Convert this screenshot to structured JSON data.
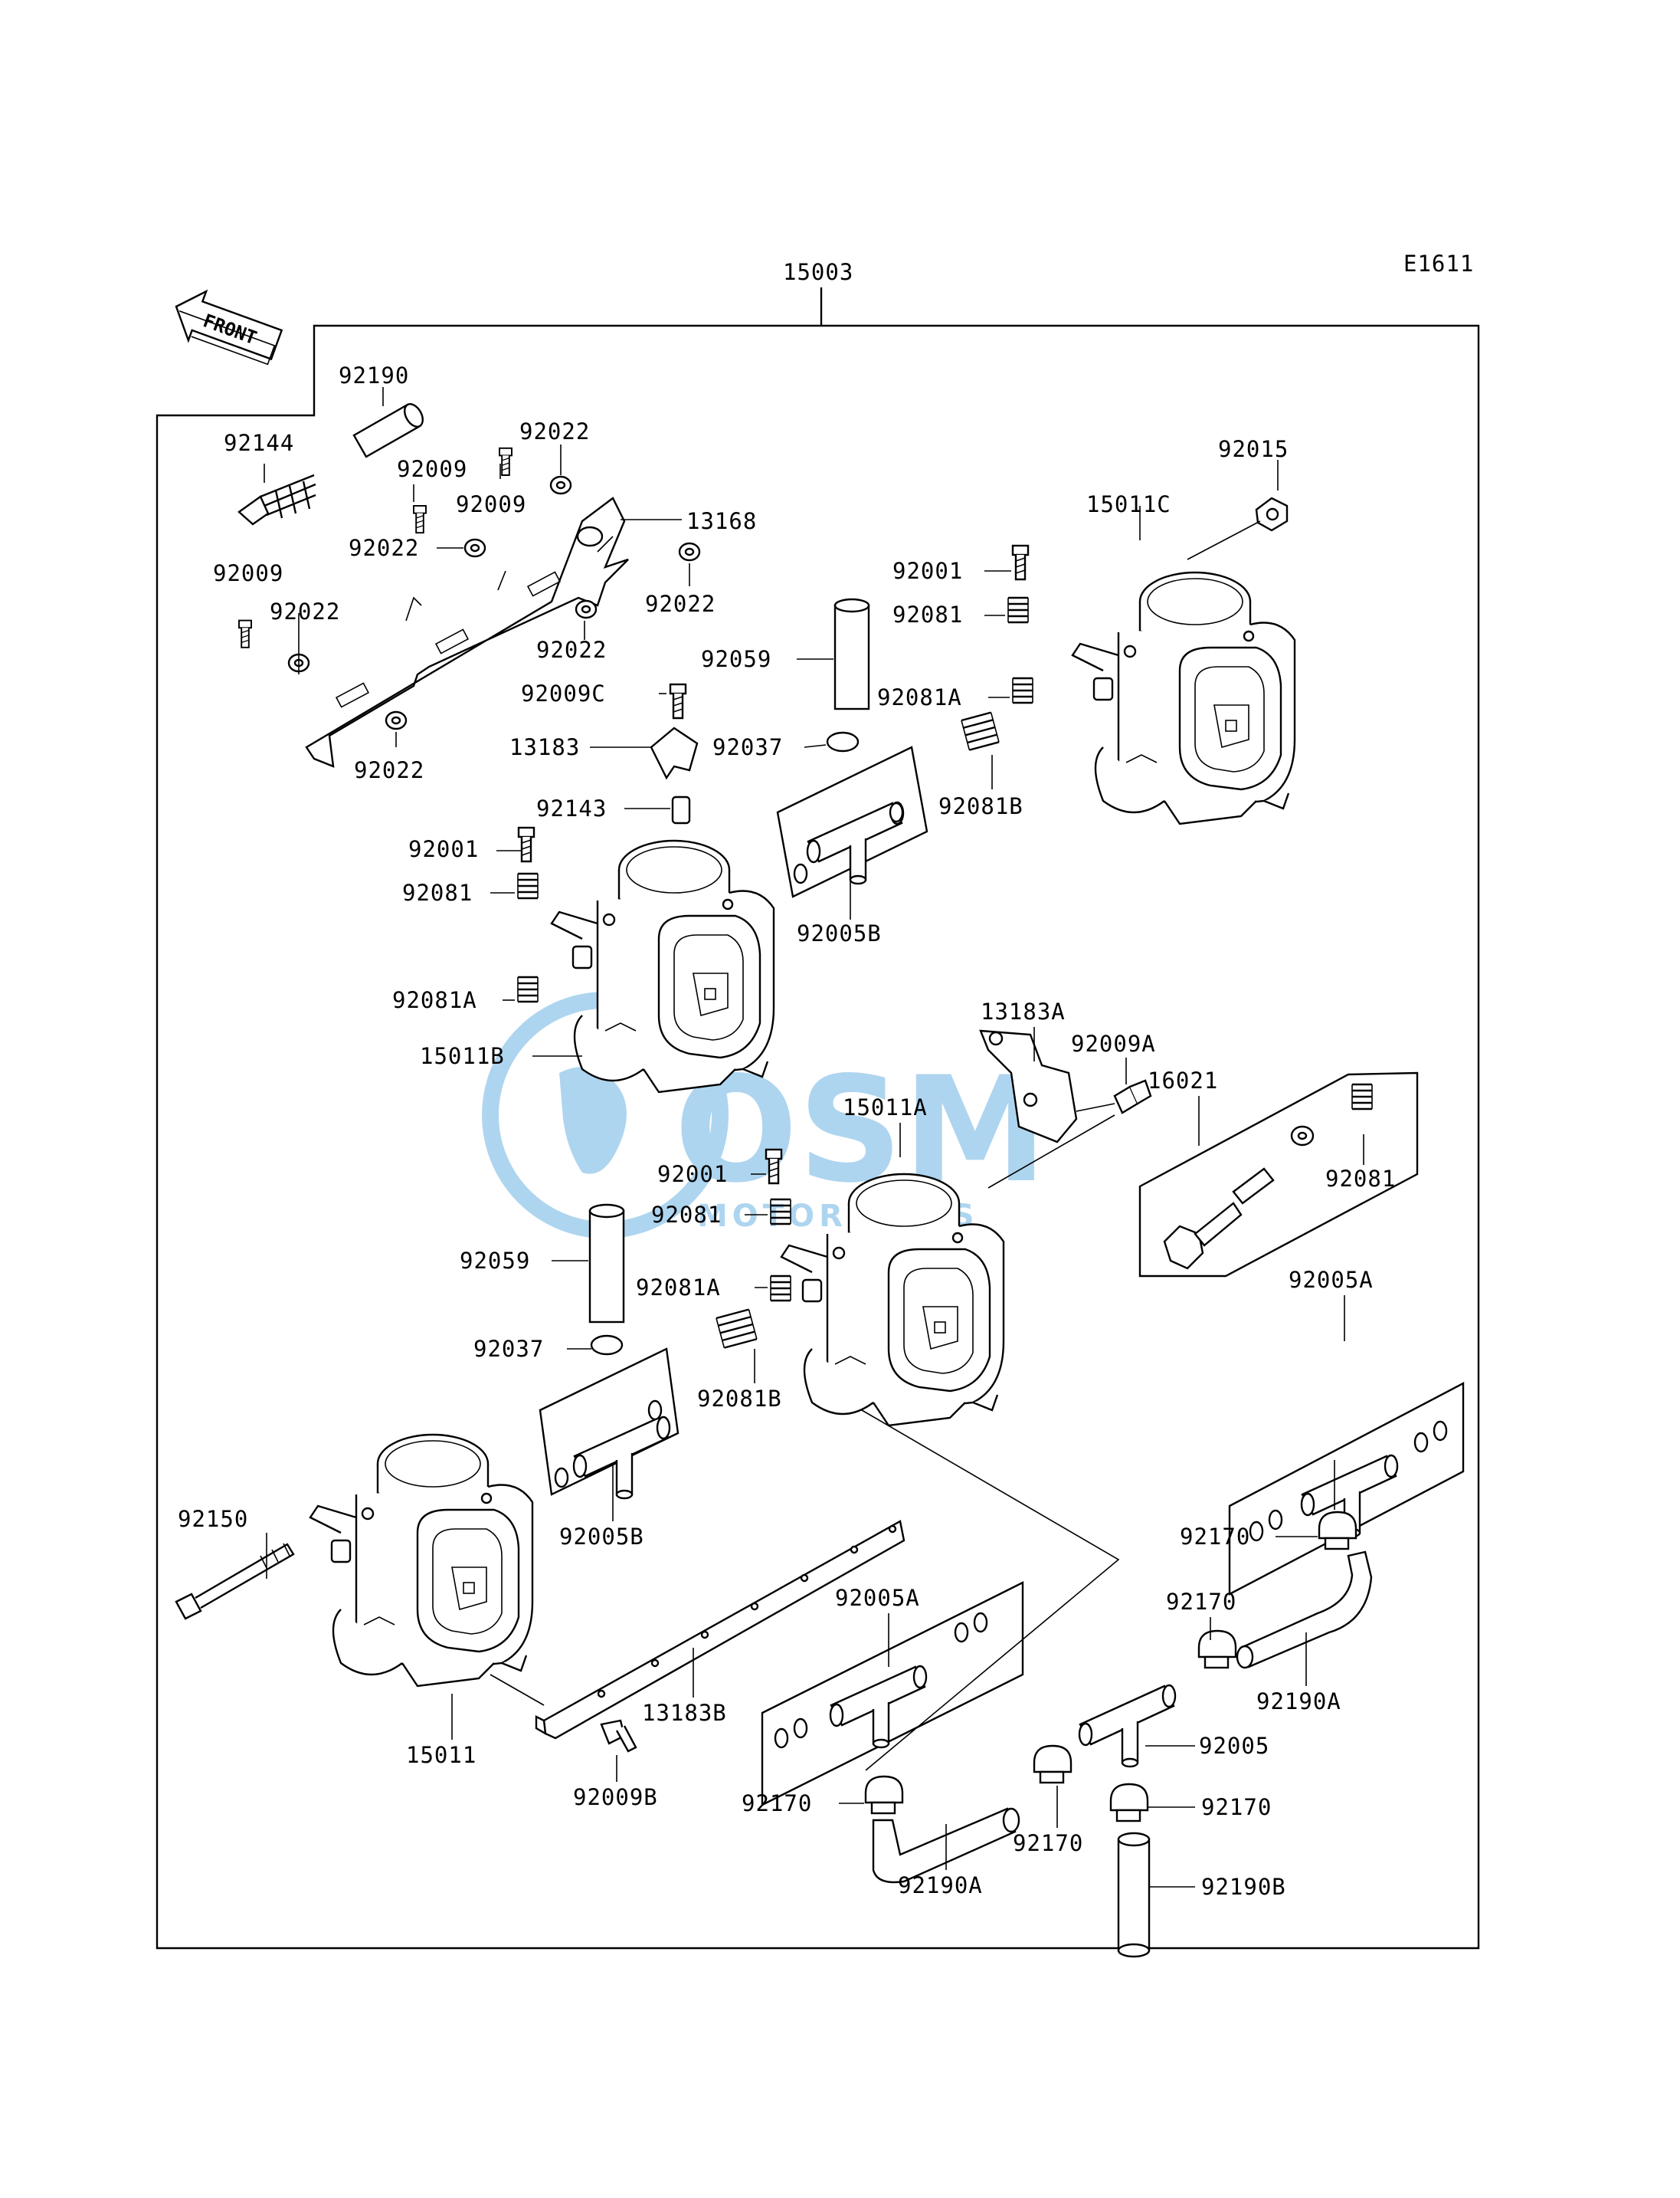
{
  "diagram_code": "E1611",
  "assembly_number": "15003",
  "front_label": "FRONT",
  "watermark": {
    "main": "OSM",
    "sub": "MOTORPARTS",
    "color": "#4da3dd"
  },
  "labels": [
    {
      "key": "92190",
      "text": "92190"
    },
    {
      "key": "92144",
      "text": "92144"
    },
    {
      "key": "92009_a",
      "text": "92009"
    },
    {
      "key": "92009_b",
      "text": "92009"
    },
    {
      "key": "92022_a",
      "text": "92022"
    },
    {
      "key": "13168",
      "text": "13168"
    },
    {
      "key": "92022_b",
      "text": "92022"
    },
    {
      "key": "92009_c",
      "text": "92009"
    },
    {
      "key": "92022_c",
      "text": "92022"
    },
    {
      "key": "92022_d",
      "text": "92022"
    },
    {
      "key": "92022_e",
      "text": "92022"
    },
    {
      "key": "92022_f",
      "text": "92022"
    },
    {
      "key": "92009C",
      "text": "92009C"
    },
    {
      "key": "13183",
      "text": "13183"
    },
    {
      "key": "92143",
      "text": "92143"
    },
    {
      "key": "92001_a",
      "text": "92001"
    },
    {
      "key": "92081_a",
      "text": "92081"
    },
    {
      "key": "92081A_a",
      "text": "92081A"
    },
    {
      "key": "15011B",
      "text": "15011B"
    },
    {
      "key": "92059_a",
      "text": "92059"
    },
    {
      "key": "92037_a",
      "text": "92037"
    },
    {
      "key": "92005B_a",
      "text": "92005B"
    },
    {
      "key": "92015",
      "text": "92015"
    },
    {
      "key": "15011C",
      "text": "15011C"
    },
    {
      "key": "92001_b",
      "text": "92001"
    },
    {
      "key": "92081_b",
      "text": "92081"
    },
    {
      "key": "92081A_b",
      "text": "92081A"
    },
    {
      "key": "92081B_a",
      "text": "92081B"
    },
    {
      "key": "13183A",
      "text": "13183A"
    },
    {
      "key": "92009A",
      "text": "92009A"
    },
    {
      "key": "15011A",
      "text": "15011A"
    },
    {
      "key": "16021",
      "text": "16021"
    },
    {
      "key": "92081_c",
      "text": "92081"
    },
    {
      "key": "92001_c",
      "text": "92001"
    },
    {
      "key": "92081_d",
      "text": "92081"
    },
    {
      "key": "92081A_c",
      "text": "92081A"
    },
    {
      "key": "92081B_b",
      "text": "92081B"
    },
    {
      "key": "92059_b",
      "text": "92059"
    },
    {
      "key": "92037_b",
      "text": "92037"
    },
    {
      "key": "92005B_b",
      "text": "92005B"
    },
    {
      "key": "92005A_a",
      "text": "92005A"
    },
    {
      "key": "92170_a",
      "text": "92170"
    },
    {
      "key": "92150",
      "text": "92150"
    },
    {
      "key": "92005A_b",
      "text": "92005A"
    },
    {
      "key": "92170_b",
      "text": "92170"
    },
    {
      "key": "92190A_a",
      "text": "92190A"
    },
    {
      "key": "15011",
      "text": "15011"
    },
    {
      "key": "13183B",
      "text": "13183B"
    },
    {
      "key": "92005",
      "text": "92005"
    },
    {
      "key": "92009B",
      "text": "92009B"
    },
    {
      "key": "92170_c",
      "text": "92170"
    },
    {
      "key": "92170_d",
      "text": "92170"
    },
    {
      "key": "92170_e",
      "text": "92170"
    },
    {
      "key": "92190A_b",
      "text": "92190A"
    },
    {
      "key": "92190B",
      "text": "92190B"
    }
  ]
}
